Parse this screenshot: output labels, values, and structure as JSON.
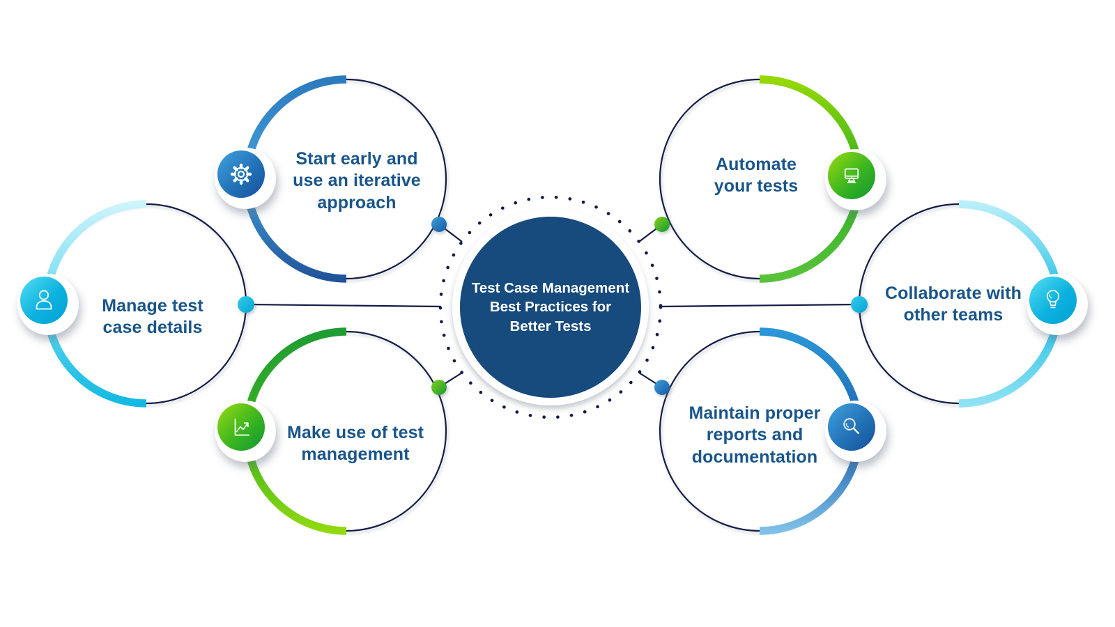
{
  "center": {
    "label": "Test Case Management\nBest Practices for\nBetter Tests",
    "fill_color": "#174a7d",
    "text_color": "#ffffff"
  },
  "nodes": [
    {
      "id": "manage-test-case-details",
      "label": "Manage test\ncase details",
      "icon": "user-icon",
      "theme": "cyan",
      "accent": "#14b9e2",
      "position": "left"
    },
    {
      "id": "start-early-iterative",
      "label": "Start early and\nuse an iterative\napproach",
      "icon": "gear-icon",
      "theme": "blue",
      "accent": "#2a7abf",
      "position": "top-left"
    },
    {
      "id": "use-test-management",
      "label": "Make use of test\nmanagement",
      "icon": "line-chart-icon",
      "theme": "green",
      "accent": "#3eb51f",
      "position": "bottom-left"
    },
    {
      "id": "automate-your-tests",
      "label": "Automate\nyour tests",
      "icon": "monitor-icon",
      "theme": "green",
      "accent": "#27aa28",
      "position": "top-right"
    },
    {
      "id": "maintain-reports-documentation",
      "label": "Maintain proper\nreports and\ndocumentation",
      "icon": "magnifier-icon",
      "theme": "blue",
      "accent": "#1c60ac",
      "position": "bottom-right"
    },
    {
      "id": "collaborate-other-teams",
      "label": "Collaborate with\nother teams",
      "icon": "lightbulb-icon",
      "theme": "cyan",
      "accent": "#18bbe3",
      "position": "right"
    }
  ],
  "colors": {
    "outline_navy": "#121a45",
    "label_text": "#19558a",
    "center_navy": "#174a7d",
    "cyan": "#14b9e2",
    "blue": "#2a7abf",
    "green": "#3eb51f",
    "background": "#ffffff"
  }
}
